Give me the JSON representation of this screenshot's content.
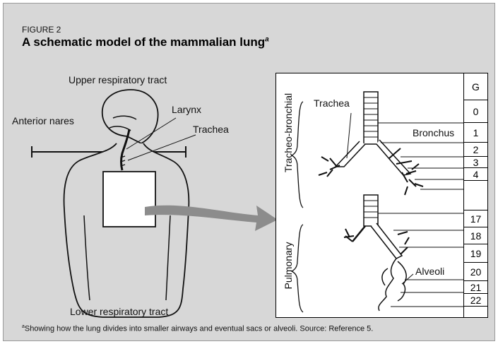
{
  "figure": {
    "label": "FIGURE 2",
    "title": "A schematic model of the mammalian lung",
    "title_marker": "a",
    "footnote_marker": "a",
    "footnote": "Showing how the lung divides into smaller airways and eventual sacs or alveoli.  Source: Reference 5."
  },
  "body_diagram": {
    "upper_tract": "Upper respiratory tract",
    "anterior_nares": "Anterior nares",
    "larynx": "Larynx",
    "trachea": "Trachea",
    "lower_tract": "Lower respiratory tract"
  },
  "lung_panel": {
    "section_tracheo_bronchial": "Tracheo-bronchial",
    "section_pulmonary": "Pulmonary",
    "trachea": "Trachea",
    "bronchus": "Bronchus",
    "alveoli": "Alveoli",
    "generation_header": "G",
    "generations": [
      "0",
      "1",
      "2",
      "3",
      "4",
      "",
      "17",
      "18",
      "19",
      "20",
      "21",
      "22",
      ""
    ]
  },
  "colors": {
    "background": "#d7d7d7",
    "panel": "#ffffff",
    "arrow": "#8c8c8c",
    "ink": "#111111"
  }
}
